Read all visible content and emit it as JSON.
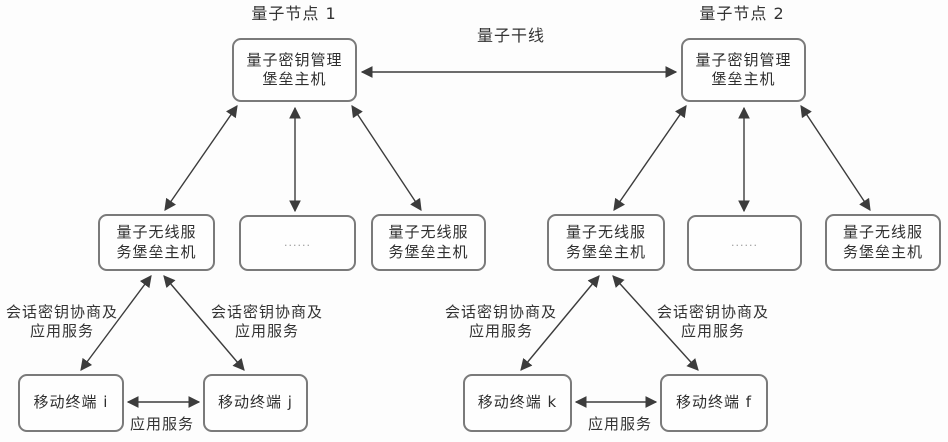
{
  "trunk_label": "量子干线",
  "app_service_label": "应用服务",
  "session_label": "会话密钥协商及\n应用服务",
  "ellipsis": "......",
  "groups": [
    {
      "title": "量子节点 1",
      "kms_label": "量子密钥管理\n堡垒主机",
      "wireless_label": "量子无线服\n务堡垒主机",
      "terminal_left": "移动终端 i",
      "terminal_right": "移动终端 j"
    },
    {
      "title": "量子节点 2",
      "kms_label": "量子密钥管理\n堡垒主机",
      "wireless_label": "量子无线服\n务堡垒主机",
      "terminal_left": "移动终端 k",
      "terminal_right": "移动终端 f"
    }
  ],
  "colors": {
    "border": "#7a7a7a",
    "line": "#3c3c3c",
    "text": "#2e2e2e",
    "background": "#fdfdfd"
  }
}
